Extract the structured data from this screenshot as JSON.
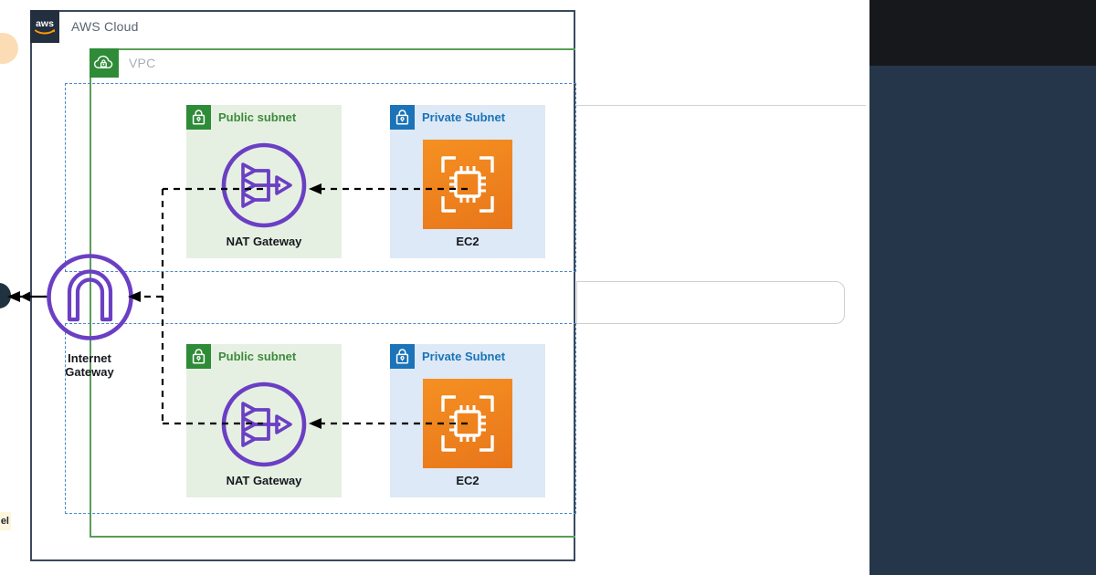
{
  "diagram": {
    "cloud": {
      "label": "AWS Cloud",
      "logo_icon": "aws-logo-icon",
      "border_color": "#3a4a5c"
    },
    "vpc": {
      "label": "VPC",
      "icon": "vpc-cloud-lock-icon",
      "icon_color": "#2e8b37",
      "border_color": "#5a9e58",
      "label_color": "#a9afb7"
    },
    "availability_zones": [
      {
        "name": "availability-zone-1",
        "border_color": "#4a88c7"
      },
      {
        "name": "availability-zone-2",
        "border_color": "#4a88c7"
      }
    ],
    "subnets": [
      {
        "id": "public-subnet-1",
        "type": "public",
        "header_label": "Public subnet",
        "header_color": "#3d8b3d",
        "icon": "lock-icon",
        "icon_bg": "#2e8b37",
        "background": "#e6f0e2",
        "resource": {
          "label": "NAT Gateway",
          "icon": "nat-gateway-icon",
          "color": "#6b3fc4"
        }
      },
      {
        "id": "private-subnet-1",
        "type": "private",
        "header_label": "Private Subnet",
        "header_color": "#1b73b8",
        "icon": "lock-icon",
        "icon_bg": "#1b73b8",
        "background": "#dde9f6",
        "resource": {
          "label": "EC2",
          "icon": "ec2-instance-icon",
          "color": "#e8761a"
        }
      },
      {
        "id": "public-subnet-2",
        "type": "public",
        "header_label": "Public subnet",
        "header_color": "#3d8b3d",
        "icon": "lock-icon",
        "icon_bg": "#2e8b37",
        "background": "#e6f0e2",
        "resource": {
          "label": "NAT Gateway",
          "icon": "nat-gateway-icon",
          "color": "#6b3fc4"
        }
      },
      {
        "id": "private-subnet-2",
        "type": "private",
        "header_label": "Private Subnet",
        "header_color": "#1b73b8",
        "icon": "lock-icon",
        "icon_bg": "#1b73b8",
        "background": "#dde9f6",
        "resource": {
          "label": "EC2",
          "icon": "ec2-instance-icon",
          "color": "#e8761a"
        }
      }
    ],
    "internet_gateway": {
      "label_line1": "Internet",
      "label_line2": "Gateway",
      "icon": "internet-gateway-icon",
      "color": "#6b3fc4"
    },
    "connections": [
      {
        "from": "private-subnet-1.EC2",
        "to": "public-subnet-1.NAT Gateway",
        "style": "dashed",
        "arrow": "left"
      },
      {
        "from": "private-subnet-2.EC2",
        "to": "public-subnet-2.NAT Gateway",
        "style": "dashed",
        "arrow": "left"
      },
      {
        "from": "nat-gateways",
        "to": "internet-gateway",
        "style": "dashed",
        "arrow": "left"
      },
      {
        "from": "internet-gateway",
        "to": "internet",
        "style": "dashed",
        "arrow": "left"
      }
    ]
  },
  "overlay": {
    "right_panel_color": "#25364a",
    "right_panel_topbar_color": "#17181c",
    "input_box_value": "",
    "input_box_placeholder": ""
  },
  "edge_artifacts": {
    "badge_text": "el"
  }
}
